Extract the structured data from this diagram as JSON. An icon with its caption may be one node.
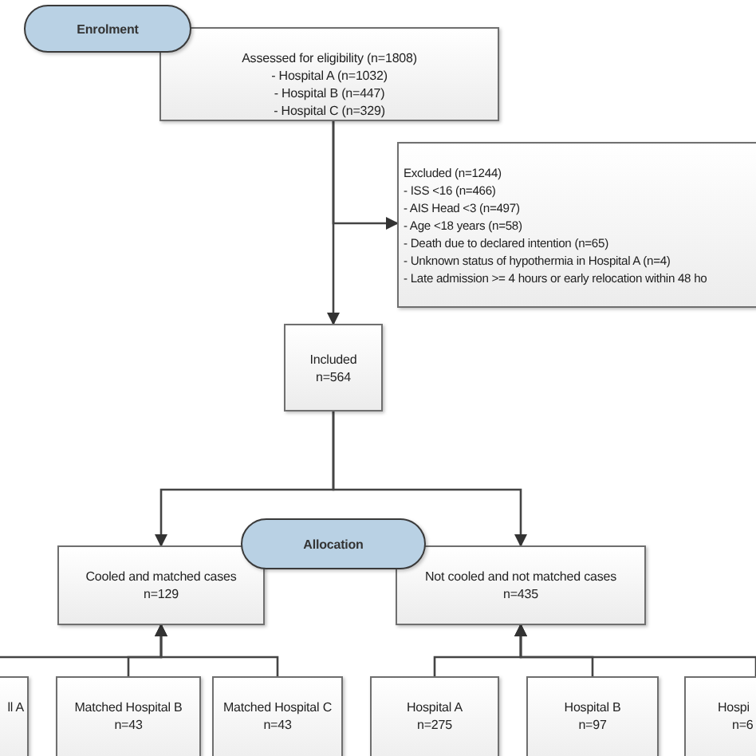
{
  "diagram": {
    "nodes": [
      {
        "text": [
          "Enrolment"
        ]
      },
      {
        "text": [
          "Assessed for eligibility (n=1808)",
          "- Hospital A (n=1032)",
          "- Hospital B (n=447)",
          "- Hospital C (n=329)"
        ]
      },
      {
        "text": [
          "Excluded (n=1244)",
          "- ISS <16 (n=466)",
          "- AIS Head <3 (n=497)",
          "- Age <18 years (n=58)",
          "- Death due to declared intention (n=65)",
          "- Unknown status of hypothermia in Hospital A (n=4)",
          "- Late admission >= 4 hours or early relocation within 48 ho"
        ]
      },
      {
        "text": [
          "Included",
          "n=564"
        ]
      },
      {
        "text": [
          "Allocation"
        ]
      },
      {
        "text": [
          "Cooled and matched cases",
          "n=129"
        ]
      },
      {
        "text": [
          "Not cooled and not matched cases",
          "n=435"
        ]
      },
      {
        "text": [
          "ll A"
        ]
      },
      {
        "text": [
          "Matched Hospital B",
          "n=43"
        ]
      },
      {
        "text": [
          "Matched Hospital C",
          "n=43"
        ]
      },
      {
        "text": [
          "Hospital A",
          "n=275"
        ]
      },
      {
        "text": [
          "Hospital B",
          "n=97"
        ]
      },
      {
        "text": [
          "Hospi",
          "n=6"
        ]
      }
    ],
    "edges": [
      {
        "from": 1,
        "to": 3,
        "arrow": "to"
      },
      {
        "from": 1,
        "to": 2,
        "arrow": "to"
      },
      {
        "from": 3,
        "to": 5,
        "arrow": "to"
      },
      {
        "from": 3,
        "to": 6,
        "arrow": "to"
      },
      {
        "from": 7,
        "to": 5,
        "arrow": "to"
      },
      {
        "from": 8,
        "to": 5,
        "arrow": "to"
      },
      {
        "from": 9,
        "to": 5,
        "arrow": "to"
      },
      {
        "from": 10,
        "to": 6,
        "arrow": "to"
      },
      {
        "from": 11,
        "to": 6,
        "arrow": "to"
      },
      {
        "from": 12,
        "to": 6,
        "arrow": "to"
      }
    ]
  }
}
